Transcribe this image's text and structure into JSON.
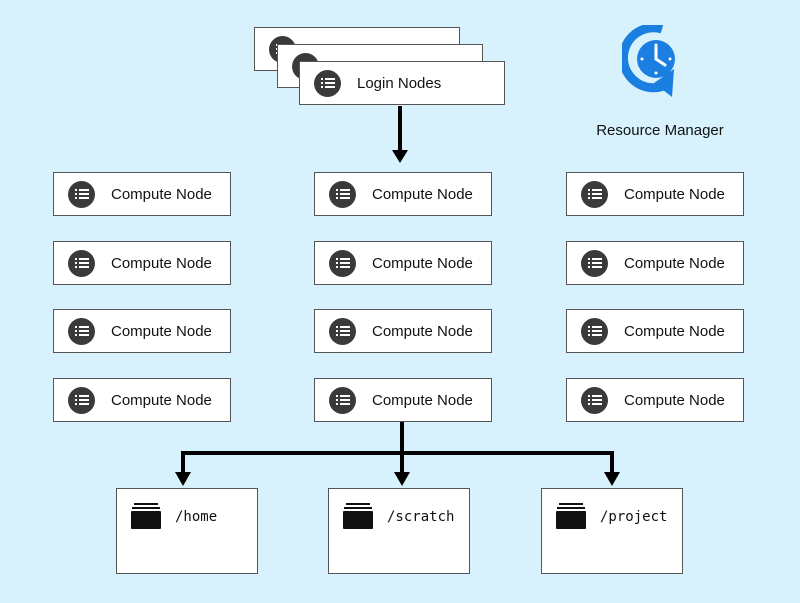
{
  "resource_manager": {
    "label": "Resource Manager",
    "icon": "clock-refresh-icon",
    "color": "#1a7fe0"
  },
  "login": {
    "label": "Login Nodes",
    "stack_count": 3
  },
  "compute": {
    "label": "Compute Node",
    "rows": 4,
    "cols": 3
  },
  "storage": [
    {
      "path": "/home"
    },
    {
      "path": "/scratch"
    },
    {
      "path": "/project"
    }
  ],
  "colors": {
    "background": "#d8f2fd",
    "badge": "#3a3a3a",
    "connector": "#000000"
  }
}
